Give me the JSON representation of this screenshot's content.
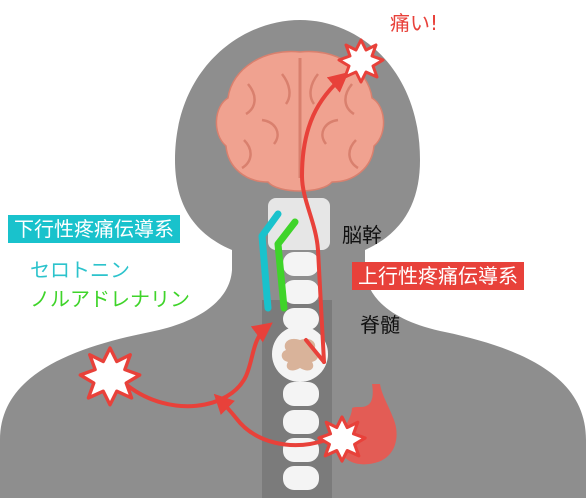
{
  "labels": {
    "pain": "痛い!",
    "brainstem": "脳幹",
    "spinal_cord": "脊髄",
    "descending": "下行性疼痛伝導系",
    "serotonin": "セロトニン",
    "noradrenaline": "ノルアドレナリン",
    "ascending": "上行性疼痛伝導系"
  },
  "colors": {
    "silhouette": "#8e8e8e",
    "brain": "#f0a290",
    "pathway_red": "#e8413a",
    "serotonin": "#19c2cc",
    "noradrenaline": "#3fd42a",
    "stomach": "#e35c55",
    "vertebra": "#f4f4f4"
  }
}
